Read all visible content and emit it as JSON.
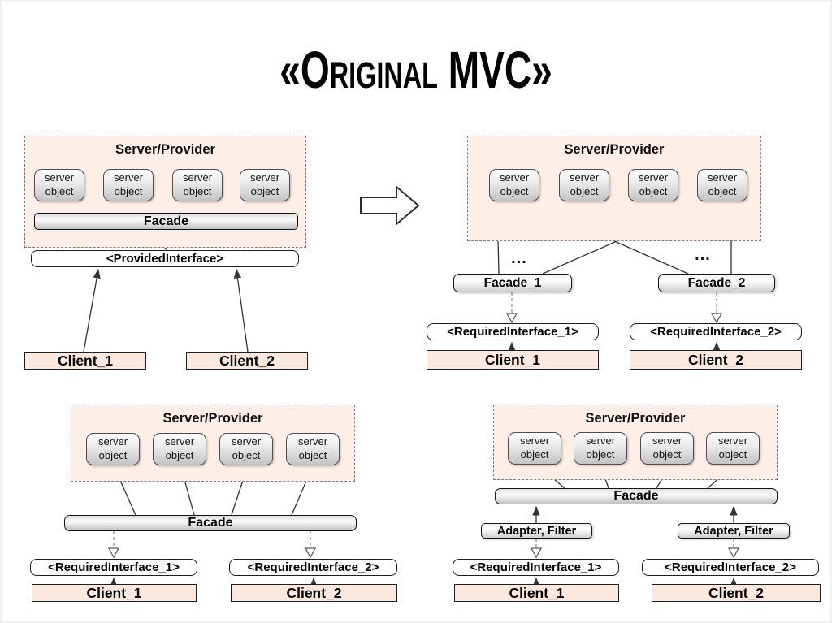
{
  "slide": {
    "title": "«Original MVC»"
  },
  "shared": {
    "provider_label": "Server/Provider",
    "server_object_label": "server\nobject",
    "facade_label": "Facade",
    "ellipsis": "..."
  },
  "top_left": {
    "provided_interface_label": "<ProvidedInterface>",
    "client_1_label": "Client_1",
    "client_2_label": "Client_2"
  },
  "top_right": {
    "facade_1_label": "Facade_1",
    "facade_2_label": "Facade_2",
    "required_interface_1_label": "<RequiredInterface_1>",
    "required_interface_2_label": "<RequiredInterface_2>",
    "client_1_label": "Client_1",
    "client_2_label": "Client_2"
  },
  "bottom_left": {
    "required_interface_1_label": "<RequiredInterface_1>",
    "required_interface_2_label": "<RequiredInterface_2>",
    "client_1_label": "Client_1",
    "client_2_label": "Client_2"
  },
  "bottom_right": {
    "adapter_filter_label": "Adapter, Filter",
    "required_interface_1_label": "<RequiredInterface_1>",
    "required_interface_2_label": "<RequiredInterface_2>",
    "client_1_label": "Client_1",
    "client_2_label": "Client_2"
  },
  "colors": {
    "provider_bg": "#fdeee7",
    "client_bg": "#fbe9e0",
    "arrow": "#333333"
  }
}
